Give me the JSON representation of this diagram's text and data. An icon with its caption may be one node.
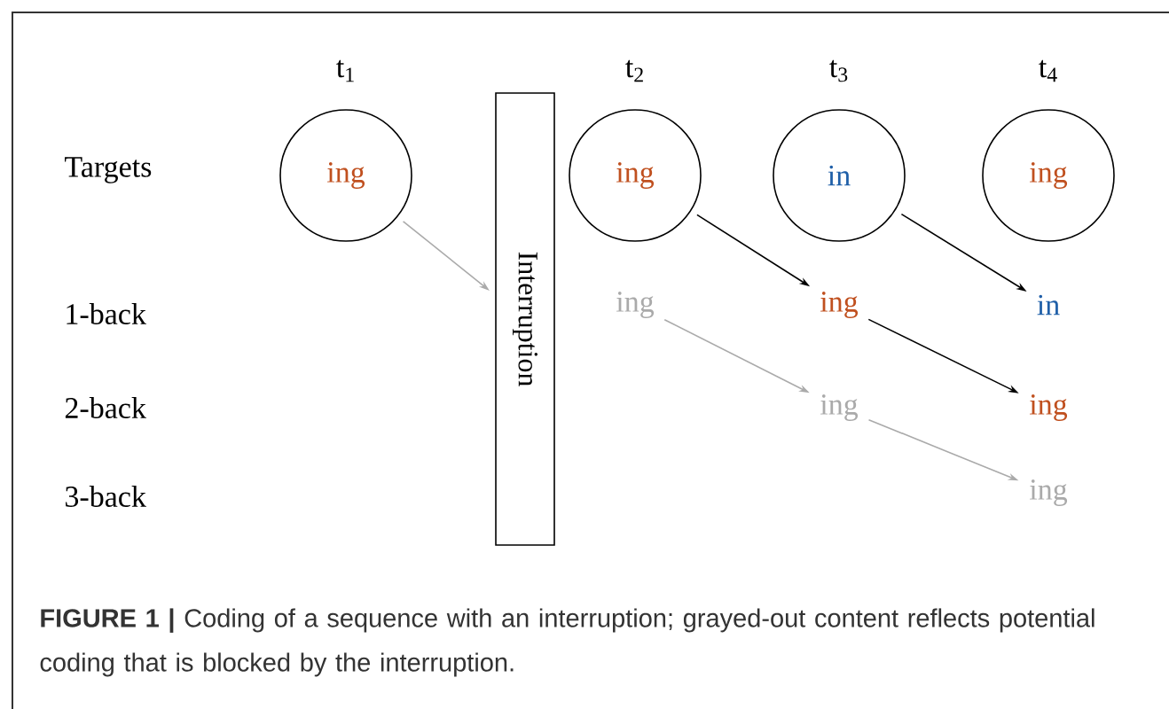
{
  "diagram": {
    "caption": "**FIGURE 1 |** Coding of a sequence with an interruption; grayed-out content reflects potential coding that is blocked by the interruption.",
    "nodes": [
      {
        "text": [
          "ing"
        ]
      },
      {
        "text": [
          "Interruption"
        ]
      },
      {
        "text": [
          "ing"
        ]
      },
      {
        "text": [
          "in"
        ]
      },
      {
        "text": [
          "ing"
        ]
      },
      {
        "text": [
          "ing"
        ]
      },
      {
        "text": [
          "ing"
        ]
      },
      {
        "text": [
          "in"
        ]
      },
      {
        "text": [
          "ing"
        ]
      },
      {
        "text": [
          "ing"
        ]
      },
      {
        "text": [
          "ing"
        ]
      }
    ],
    "edges": [
      {
        "from": 0,
        "to": 1,
        "arrow": "to",
        "color": "#aaaaaa"
      },
      {
        "from": 2,
        "to": 6,
        "arrow": "to",
        "color": "#000000"
      },
      {
        "from": 3,
        "to": 7,
        "arrow": "to",
        "color": "#000000"
      },
      {
        "from": 6,
        "to": 9,
        "arrow": "to",
        "color": "#000000"
      },
      {
        "from": 5,
        "to": 8,
        "arrow": "to",
        "color": "#aaaaaa"
      },
      {
        "from": 8,
        "to": 10,
        "arrow": "to",
        "color": "#aaaaaa"
      }
    ],
    "labels": [
      "t$_{1}$",
      "t$_{2}$",
      "t$_{3}$",
      "t$_{4}$",
      "Targets",
      "1-back",
      "2-back",
      "3-back"
    ]
  }
}
